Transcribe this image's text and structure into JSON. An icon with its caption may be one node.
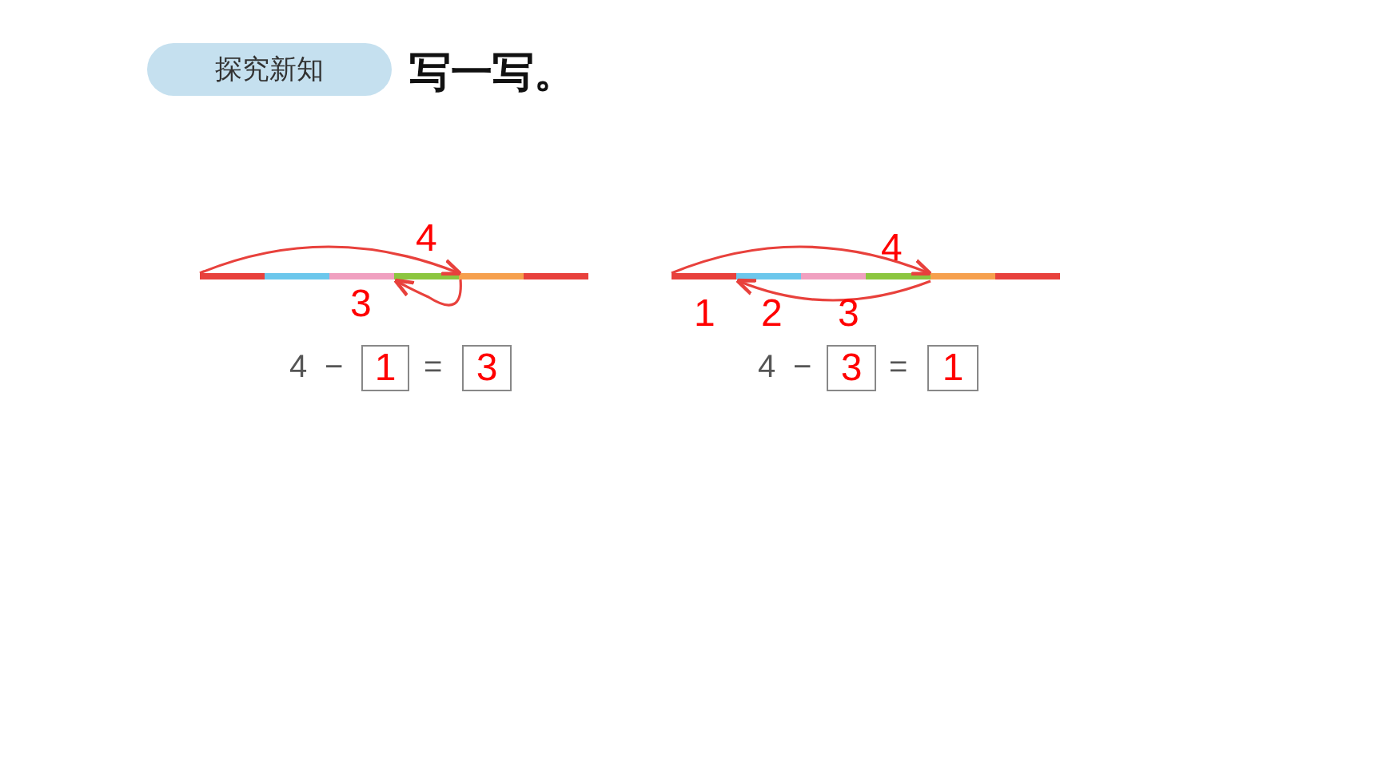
{
  "diagram": {
    "title": "写一写。",
    "nodes": [
      {
        "text": [
          "探究新知"
        ]
      },
      {
        "text": [
          "1"
        ]
      },
      {
        "text": [
          "3"
        ]
      },
      {
        "text": [
          "3"
        ]
      },
      {
        "text": [
          "1"
        ]
      }
    ],
    "labels": [
      "4",
      "3",
      "4",
      "−",
      "=",
      "4",
      "1",
      "2",
      "3",
      "4",
      "−",
      "="
    ]
  }
}
